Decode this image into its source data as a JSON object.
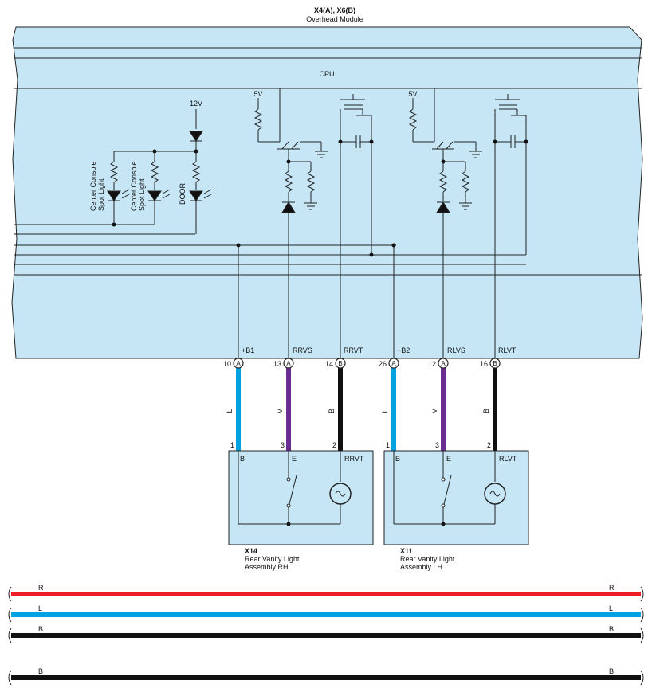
{
  "module": {
    "connector_label": "X4(A), X6(B)",
    "name": "Overhead Module",
    "cpu_label": "CPU",
    "supply_12v": "12V",
    "supply_5v_1": "5V",
    "supply_5v_2": "5V",
    "lamp_labels": {
      "console1_l1": "Center Console",
      "console1_l2": "Spot Light",
      "console2_l1": "Center Console",
      "console2_l2": "Spot Light",
      "door": "DOOR"
    }
  },
  "pins": [
    {
      "signal": "+B1",
      "number": "10",
      "connector": "A",
      "wire_color": "L"
    },
    {
      "signal": "RRVS",
      "number": "13",
      "connector": "A",
      "wire_color": "V"
    },
    {
      "signal": "RRVT",
      "number": "14",
      "connector": "B",
      "wire_color": "B"
    },
    {
      "signal": "+B2",
      "number": "26",
      "connector": "A",
      "wire_color": "L"
    },
    {
      "signal": "RLVS",
      "number": "12",
      "connector": "A",
      "wire_color": "V"
    },
    {
      "signal": "RLVT",
      "number": "16",
      "connector": "B",
      "wire_color": "B"
    }
  ],
  "assemblies": [
    {
      "id": "X14",
      "name_l1": "Rear Vanity Light",
      "name_l2": "Assembly RH",
      "pin_b": "B",
      "pin_e": "E",
      "pin_t": "RRVT",
      "num_b": "1",
      "num_e": "3",
      "num_t": "2"
    },
    {
      "id": "X11",
      "name_l1": "Rear Vanity Light",
      "name_l2": "Assembly LH",
      "pin_b": "B",
      "pin_e": "E",
      "pin_t": "RLVT",
      "num_b": "1",
      "num_e": "3",
      "num_t": "2"
    }
  ],
  "bus_wires": [
    {
      "label_left": "R",
      "label_right": "R",
      "color": "#ee1c25"
    },
    {
      "label_left": "L",
      "label_right": "L",
      "color": "#00a3e0"
    },
    {
      "label_left": "B",
      "label_right": "B",
      "color": "#111111"
    },
    {
      "label_left": "B",
      "label_right": "B",
      "color": "#111111"
    }
  ],
  "colors": {
    "module_fill": "#c6e6f5",
    "wire_L": "#00a3e0",
    "wire_V": "#6a2d91",
    "wire_B": "#111111"
  }
}
